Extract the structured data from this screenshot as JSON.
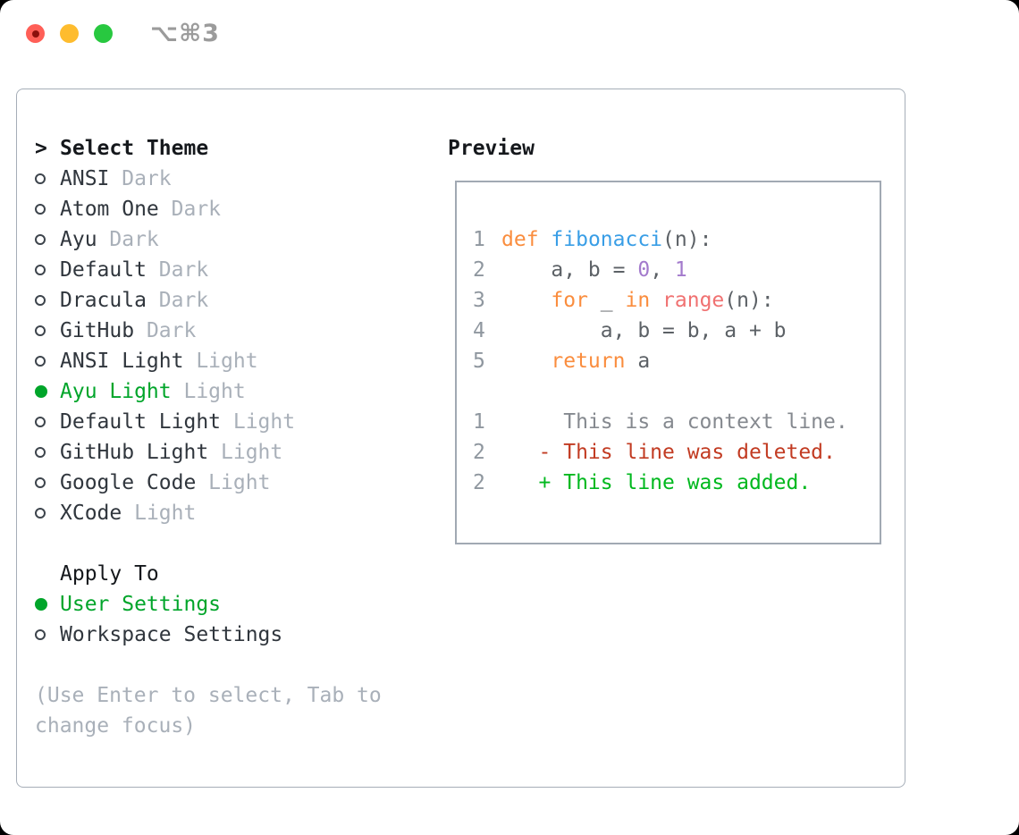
{
  "window": {
    "title": "⌥⌘3"
  },
  "colors": {
    "tl-close": "#FF5F57",
    "tl-close-dot": "#8B100C",
    "tl-min": "#FEBC2E",
    "tl-zoom": "#28C840",
    "title-gray": "#9B9B9B",
    "panel-border": "#A6AEB8",
    "box-border": "#A1A9B3",
    "text-dark": "#30363D",
    "text-muted": "#A9B0B9",
    "sel": "#00A52A",
    "kw": "#FA8D3E",
    "fn": "#399EE6",
    "num": "#A37ACC",
    "bi": "#F07171",
    "pl": "#5C6166",
    "ln": "#8F979F",
    "dctx": "#85898F",
    "ddel": "#C23B22",
    "dadd": "#00B81E"
  },
  "theme_panel": {
    "header": {
      "cursor": ">",
      "label": "Select Theme"
    },
    "themes": [
      {
        "name": "ANSI",
        "variant": "Dark",
        "selected": false
      },
      {
        "name": "Atom One",
        "variant": "Dark",
        "selected": false
      },
      {
        "name": "Ayu",
        "variant": "Dark",
        "selected": false
      },
      {
        "name": "Default",
        "variant": "Dark",
        "selected": false
      },
      {
        "name": "Dracula",
        "variant": "Dark",
        "selected": false
      },
      {
        "name": "GitHub",
        "variant": "Dark",
        "selected": false
      },
      {
        "name": "ANSI Light",
        "variant": "Light",
        "selected": false
      },
      {
        "name": "Ayu Light",
        "variant": "Light",
        "selected": true
      },
      {
        "name": "Default Light",
        "variant": "Light",
        "selected": false
      },
      {
        "name": "GitHub Light",
        "variant": "Light",
        "selected": false
      },
      {
        "name": "Google Code",
        "variant": "Light",
        "selected": false
      },
      {
        "name": "XCode",
        "variant": "Light",
        "selected": false
      }
    ],
    "apply_to": {
      "label": "Apply To",
      "options": [
        {
          "label": "User Settings",
          "selected": true
        },
        {
          "label": "Workspace Settings",
          "selected": false
        }
      ]
    },
    "hint": "(Use Enter to select, Tab to change focus)"
  },
  "preview": {
    "label": "Preview",
    "code_lines": [
      {
        "num": "1",
        "segments": [
          {
            "t": "def",
            "c": "kw"
          },
          {
            "t": " ",
            "c": "pl"
          },
          {
            "t": "fibonacci",
            "c": "fn"
          },
          {
            "t": "(n):",
            "c": "pl"
          }
        ]
      },
      {
        "num": "2",
        "segments": [
          {
            "t": "    a, b = ",
            "c": "pl"
          },
          {
            "t": "0",
            "c": "num"
          },
          {
            "t": ", ",
            "c": "pl"
          },
          {
            "t": "1",
            "c": "num"
          }
        ]
      },
      {
        "num": "3",
        "segments": [
          {
            "t": "    ",
            "c": "pl"
          },
          {
            "t": "for",
            "c": "kw"
          },
          {
            "t": " _ ",
            "c": "pl"
          },
          {
            "t": "in",
            "c": "kw"
          },
          {
            "t": " ",
            "c": "pl"
          },
          {
            "t": "range",
            "c": "bi"
          },
          {
            "t": "(n):",
            "c": "pl"
          }
        ]
      },
      {
        "num": "4",
        "segments": [
          {
            "t": "        a, b = b, a + b",
            "c": "pl"
          }
        ]
      },
      {
        "num": "5",
        "segments": [
          {
            "t": "    ",
            "c": "pl"
          },
          {
            "t": "return",
            "c": "kw"
          },
          {
            "t": " a",
            "c": "pl"
          }
        ]
      }
    ],
    "diff_lines": [
      {
        "num": "1",
        "prefix": "     ",
        "text": "This is a context line.",
        "type": "context"
      },
      {
        "num": "2",
        "prefix": "   - ",
        "text": "This line was deleted.",
        "type": "deleted"
      },
      {
        "num": "2",
        "prefix": "   + ",
        "text": "This line was added.",
        "type": "added"
      }
    ]
  }
}
